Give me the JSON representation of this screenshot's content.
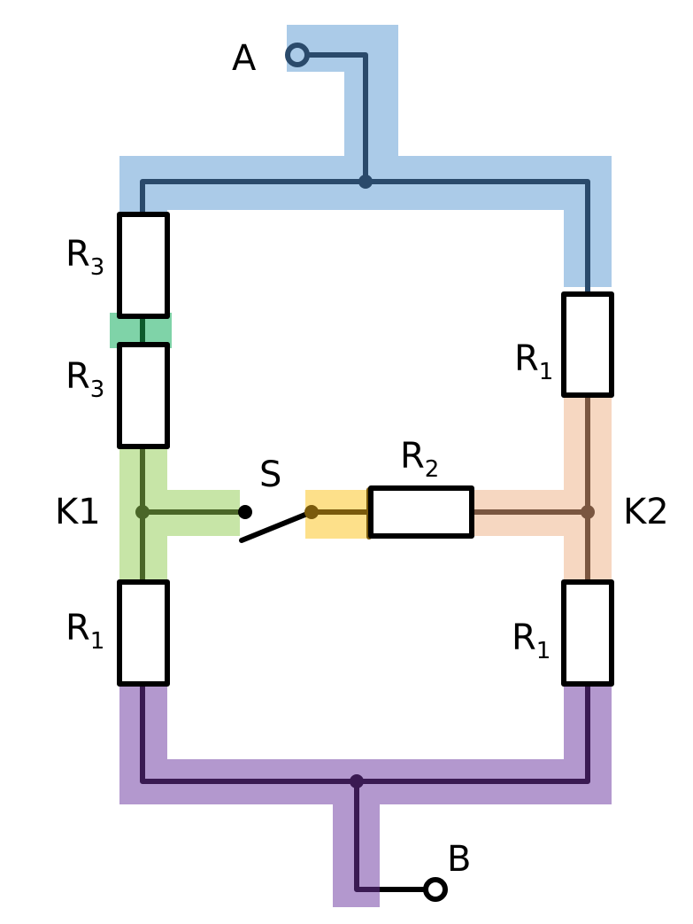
{
  "diagram": {
    "type": "circuit",
    "terminals": {
      "a": "A",
      "b": "B"
    },
    "nodes": {
      "k1": "K1",
      "k2": "K2"
    },
    "switch": {
      "label": "S",
      "state": "open"
    },
    "resistors": {
      "r3_top": {
        "letter": "R",
        "index": "3"
      },
      "r3_bottom": {
        "letter": "R",
        "index": "3"
      },
      "r1_left": {
        "letter": "R",
        "index": "1"
      },
      "r1_right_top": {
        "letter": "R",
        "index": "1"
      },
      "r1_right_bottom": {
        "letter": "R",
        "index": "1"
      },
      "r2": {
        "letter": "R",
        "index": "2"
      }
    },
    "colors": {
      "net_a_highlight": "#abcbe8",
      "net_a_wire": "#2a4a6b",
      "net_r3_mid_highlight": "#7fd3a8",
      "net_r3_mid_wire": "#0d5a2c",
      "net_k1_highlight": "#c7e5a7",
      "net_k1_wire": "#4a6628",
      "net_switch_r2_highlight": "#fde08a",
      "net_switch_r2_wire": "#7a5a0c",
      "net_k2_highlight": "#f6d7c1",
      "net_k2_wire": "#7a5640",
      "net_b_highlight": "#b398ce",
      "net_b_wire": "#3a1a52",
      "component": "#000000"
    }
  }
}
